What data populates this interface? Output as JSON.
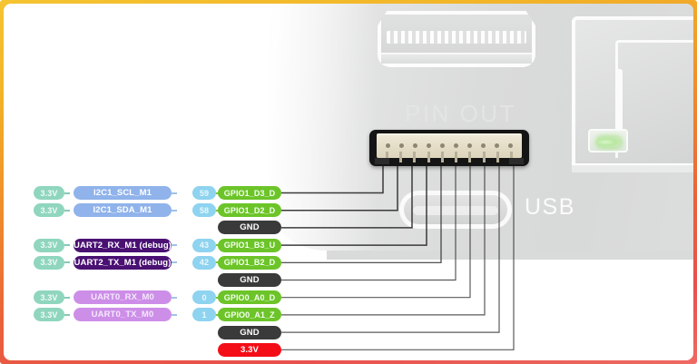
{
  "frame": {
    "border_gradient_from": "#f5c431",
    "border_gradient_to": "#e8504c"
  },
  "photo": {
    "pinout_label": "PIN OUT",
    "usb_label": "USB",
    "connector_pin_count": 10,
    "ports": [
      "hdmi-port",
      "usb-port",
      "ethernet-port"
    ],
    "led_color": "#b9e8a2"
  },
  "colors": {
    "v33_pill": "#8fd6bd",
    "i2c_pill": "#8fb3ea",
    "uart2_pill": "#4a1173",
    "uart0_pill": "#cd8ee8",
    "num_pill": "#8ed3ef",
    "gpio_pill": "#6cc429",
    "gnd_pill": "#3a3a3a",
    "v33_red_pill": "#f40d17",
    "wire": "#2b2b2b"
  },
  "pinout": {
    "rows": [
      {
        "power": "3.3V",
        "func": "I2C1_SCL_M1",
        "func_color": "#8fb3ea",
        "func_text": "#ffffff",
        "num": "59",
        "gpio": "GPIO1_D3_D",
        "gpio_type": "gpio"
      },
      {
        "power": "3.3V",
        "func": "I2C1_SDA_M1",
        "func_color": "#8fb3ea",
        "func_text": "#ffffff",
        "num": "58",
        "gpio": "GPIO1_D2_D",
        "gpio_type": "gpio"
      },
      {
        "power": "",
        "func": "",
        "func_color": "",
        "func_text": "",
        "num": "",
        "gpio": "GND",
        "gpio_type": "gnd"
      },
      {
        "power": "3.3V",
        "func": "UART2_RX_M1 (debug)",
        "func_color": "#4a1173",
        "func_text": "#ffffff",
        "num": "43",
        "gpio": "GPIO1_B3_U",
        "gpio_type": "gpio"
      },
      {
        "power": "3.3V",
        "func": "UART2_TX_M1 (debug)",
        "func_color": "#4a1173",
        "func_text": "#ffffff",
        "num": "42",
        "gpio": "GPIO1_B2_D",
        "gpio_type": "gpio"
      },
      {
        "power": "",
        "func": "",
        "func_color": "",
        "func_text": "",
        "num": "",
        "gpio": "GND",
        "gpio_type": "gnd"
      },
      {
        "power": "3.3V",
        "func": "UART0_RX_M0",
        "func_color": "#cd8ee8",
        "func_text": "#f4e9fb",
        "num": "0",
        "gpio": "GPIO0_A0_D",
        "gpio_type": "gpio"
      },
      {
        "power": "3.3V",
        "func": "UART0_TX_M0",
        "func_color": "#cd8ee8",
        "func_text": "#f4e9fb",
        "num": "1",
        "gpio": "GPIO0_A1_Z",
        "gpio_type": "gpio"
      },
      {
        "power": "",
        "func": "",
        "func_color": "",
        "func_text": "",
        "num": "",
        "gpio": "GND",
        "gpio_type": "gnd"
      },
      {
        "power": "",
        "func": "",
        "func_color": "",
        "func_text": "",
        "num": "",
        "gpio": "3.3V",
        "gpio_type": "v33red"
      }
    ]
  }
}
